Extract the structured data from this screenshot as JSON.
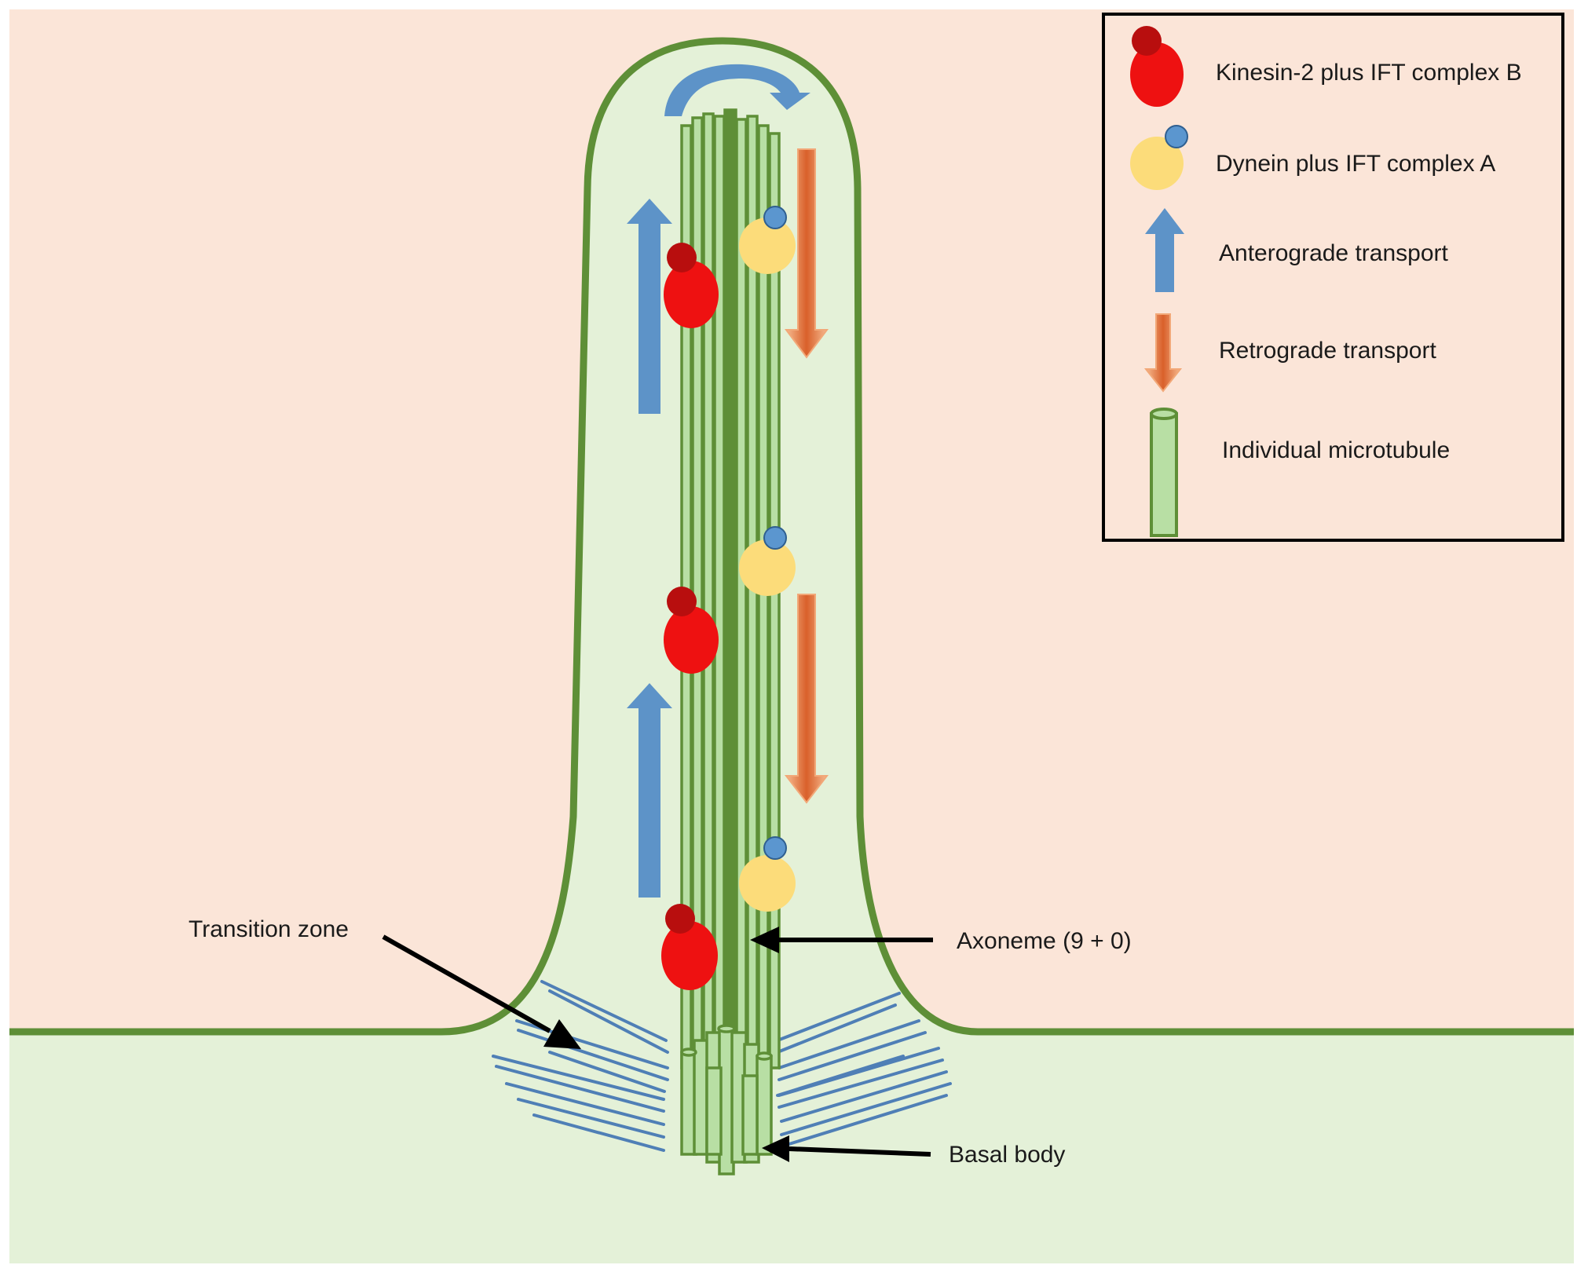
{
  "colors": {
    "cytoplasm": "#fbe5d8",
    "cell_interior": "#e6f2dc",
    "cilium_fill": "#e4f1d8",
    "membrane": "#5e8f37",
    "microtubule_fill": "#b8dfa4",
    "kinesin": "#ee1111",
    "kinesin_head": "#b80e0e",
    "dynein": "#fcdc7a",
    "dynein_head": "#5b96cf",
    "anterograde": "#5d93c8",
    "retrograde": "#dd6b2c",
    "transition_fibres": "#4f7fb6",
    "pointer_arrows": "#000000"
  },
  "legend": {
    "items": [
      {
        "icon": "kinesin-complex-icon",
        "label": "Kinesin-2 plus IFT complex B"
      },
      {
        "icon": "dynein-complex-icon",
        "label": "Dynein plus IFT complex A"
      },
      {
        "icon": "anterograde-arrow-icon",
        "label": "Anterograde transport"
      },
      {
        "icon": "retrograde-arrow-icon",
        "label": "Retrograde transport"
      },
      {
        "icon": "microtubule-icon",
        "label": "Individual microtubule"
      }
    ]
  },
  "labels": {
    "transition_zone": "Transition zone",
    "axoneme": "Axoneme (9 + 0)",
    "basal_body": "Basal body"
  }
}
